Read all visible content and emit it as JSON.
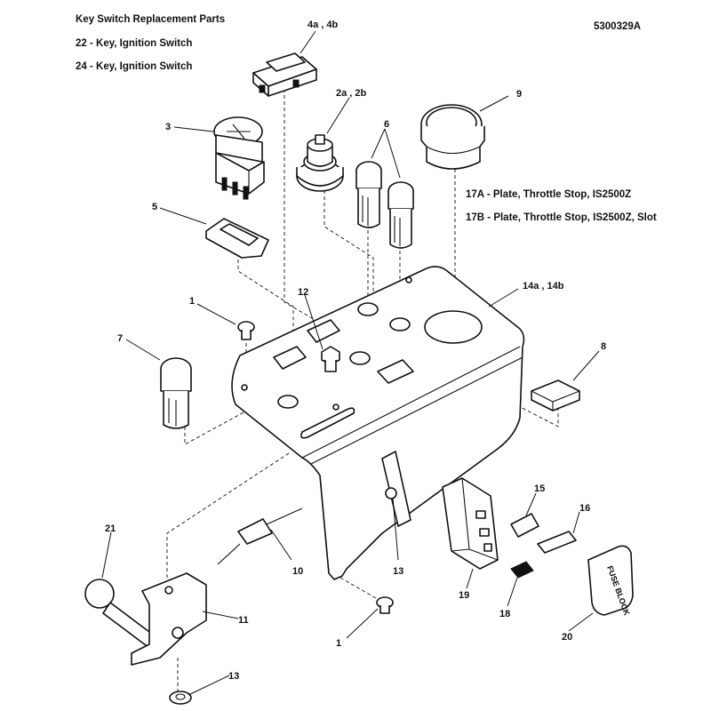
{
  "header": {
    "title": "Key Switch Replacement Parts",
    "note_22": "22 - Key, Ignition Switch",
    "note_24": "24 - Key, Ignition Switch",
    "doc_number": "5300329A"
  },
  "notes": {
    "note_17a": "17A - Plate, Throttle Stop, IS2500Z",
    "note_17b": "17B - Plate, Throttle Stop, IS2500Z, Slot"
  },
  "callouts": {
    "c_4ab": "4a , 4b",
    "c_2ab": "2a , 2b",
    "c_9": "9",
    "c_3": "3",
    "c_6": "6",
    "c_5": "5",
    "c_14ab": "14a , 14b",
    "c_1_top": "1",
    "c_12": "12",
    "c_7": "7",
    "c_8": "8",
    "c_15": "15",
    "c_16": "16",
    "c_21": "21",
    "c_10": "10",
    "c_13_mid": "13",
    "c_19": "19",
    "c_11": "11",
    "c_18": "18",
    "c_20": "20",
    "c_1_bottom": "1",
    "c_13_bottom": "13"
  },
  "fuse_block_label": "FUSE BLOCK"
}
